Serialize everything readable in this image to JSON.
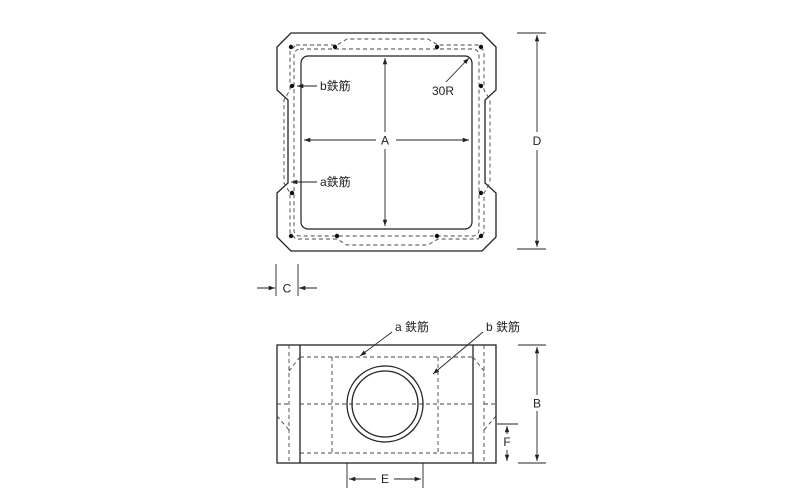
{
  "labels": {
    "dim_a": "A",
    "dim_b": "B",
    "dim_c": "C",
    "dim_d": "D",
    "dim_e": "E",
    "dim_f": "F",
    "radius": "30R",
    "top_b_rebar": "b鉄筋",
    "top_a_rebar": "a鉄筋",
    "front_a_rebar": "a 鉄筋",
    "front_b_rebar": "b 鉄筋"
  },
  "colors": {
    "line": "#222222",
    "background": "#ffffff"
  }
}
